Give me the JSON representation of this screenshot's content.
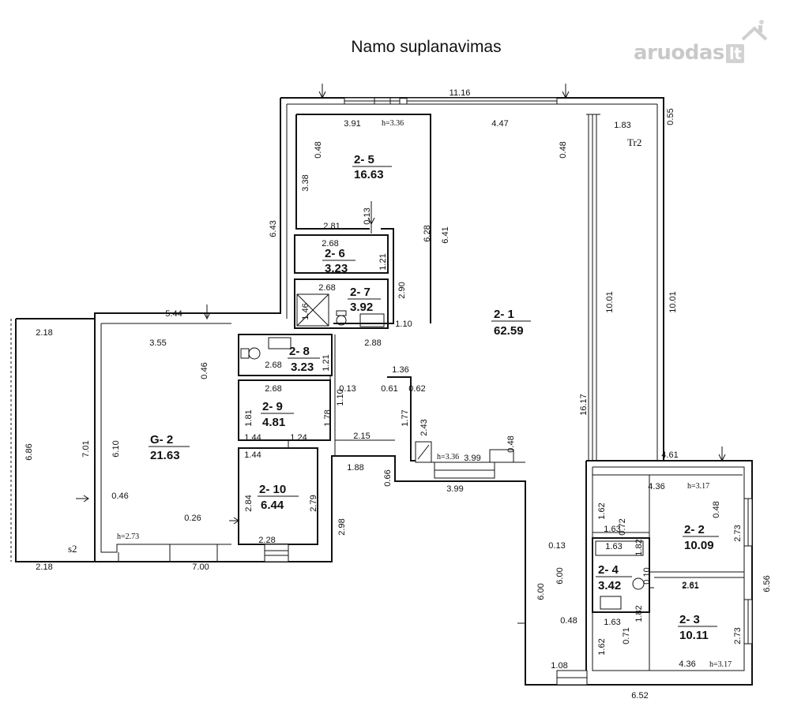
{
  "title": "Namo suplanavimas",
  "watermark": {
    "text": "aruodas",
    "suffix": "lt"
  },
  "rooms": [
    {
      "id": "2- 5",
      "area": "16.63"
    },
    {
      "id": "2- 6",
      "area": "3.23"
    },
    {
      "id": "2- 7",
      "area": "3.92"
    },
    {
      "id": "2- 8",
      "area": "3.23"
    },
    {
      "id": "2- 9",
      "area": "4.81"
    },
    {
      "id": "2- 10",
      "area": "6.44"
    },
    {
      "id": "2- 1",
      "area": "62.59"
    },
    {
      "id": "G- 2",
      "area": "21.63"
    },
    {
      "id": "2- 2",
      "area": "10.09"
    },
    {
      "id": "2- 4",
      "area": "3.42"
    },
    {
      "id": "2- 3",
      "area": "10.11"
    }
  ],
  "heights": [
    "h=3.36",
    "h=3.36",
    "h=2.73",
    "h=3.17",
    "h=3.17"
  ],
  "tags": [
    "Tr2",
    "s2"
  ],
  "dimensions": [
    "11.16",
    "0.55",
    "3.91",
    "4.47",
    "1.83",
    "0.48",
    "0.48",
    "3.38",
    "6.43",
    "0.13",
    "6.28",
    "6.41",
    "2.81",
    "2.68",
    "1.21",
    "2.90",
    "2.68",
    "1.46",
    "10.01",
    "10.01",
    "1.10",
    "5.44",
    "2.18",
    "3.55",
    "0.46",
    "2.88",
    "1.21",
    "2.68",
    "1.36",
    "0.13",
    "0.61",
    "0.62",
    "2.68",
    "1.10",
    "1.81",
    "1.78",
    "1.77",
    "6.86",
    "7.01",
    "6.10",
    "2.43",
    "16.17",
    "1.44",
    "1.24",
    "2.15",
    "0.48",
    "4.61",
    "1.44",
    "3.99",
    "1.88",
    "0.66",
    "3.99",
    "4.36",
    "0.48",
    "0.46",
    "2.84",
    "2.79",
    "1.62",
    "0.72",
    "2.73",
    "2.98",
    "0.26",
    "1.63",
    "1.82",
    "2.28",
    "2.18",
    "7.00",
    "0.13",
    "1.63",
    "6.00",
    "0.10",
    "2.61",
    "6.56",
    "6.00",
    "2.61",
    "1.63",
    "1.82",
    "2.73",
    "0.48",
    "0.71",
    "1.62",
    "1.08",
    "4.36",
    "6.52"
  ]
}
